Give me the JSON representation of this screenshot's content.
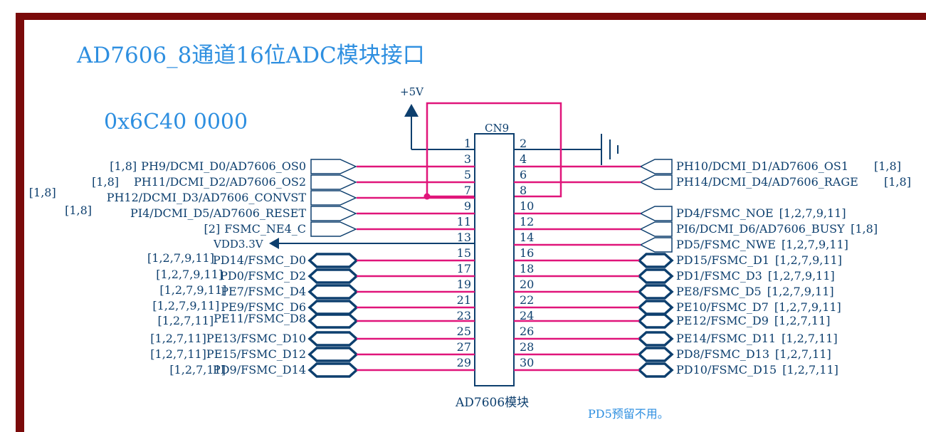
{
  "sheet": {
    "title": "AD7606_8通道16位ADC模块接口",
    "address": "0x6C40  0000",
    "power_label": "+5V",
    "vdd_label": "VDD3.3V",
    "connector_ref": "CN9",
    "module_label": "AD7606模块",
    "note": "PD5预留不用。",
    "colors": {
      "border": "#7a0a0a",
      "title": "#2e8fe0",
      "wire": "#e0157a",
      "port": "#0d3f6e",
      "text": "#0d3f6e"
    }
  },
  "connector": {
    "left_pins": [
      "1",
      "3",
      "5",
      "7",
      "9",
      "11",
      "13",
      "15",
      "17",
      "19",
      "21",
      "23",
      "25",
      "27",
      "29"
    ],
    "right_pins": [
      "2",
      "4",
      "6",
      "8",
      "10",
      "12",
      "14",
      "16",
      "18",
      "20",
      "22",
      "24",
      "26",
      "28",
      "30"
    ]
  },
  "left_nets": [
    {
      "id": "pin3",
      "name": "PH9/DCMI_D0/AD7606_OS0",
      "ref": "[1,8]"
    },
    {
      "id": "pin5",
      "name": "PH11/DCMI_D2/AD7606_OS2",
      "ref": "[1,8]"
    },
    {
      "id": "pin7",
      "name": "PH12/DCMI_D3/AD7606_CONVST",
      "ref": "[1,8]"
    },
    {
      "id": "pin9",
      "name": "PI4/DCMI_D5/AD7606_RESET",
      "ref": "[1,8]"
    },
    {
      "id": "pin11",
      "name": "FSMC_NE4_C",
      "ref": "[2]"
    },
    {
      "id": "pin15",
      "name": "PD14/FSMC_D0",
      "ref": "[1,2,7,9,11]"
    },
    {
      "id": "pin17",
      "name": "PD0/FSMC_D2",
      "ref": "[1,2,7,9,11]"
    },
    {
      "id": "pin19",
      "name": "PE7/FSMC_D4",
      "ref": "[1,2,7,9,11]"
    },
    {
      "id": "pin21",
      "name": "PE9/FSMC_D6",
      "ref": "[1,2,7,9,11]"
    },
    {
      "id": "pin23",
      "name": "PE11/FSMC_D8",
      "ref": "[1,2,7,11]"
    },
    {
      "id": "pin25",
      "name": "PE13/FSMC_D10",
      "ref": "[1,2,7,11]"
    },
    {
      "id": "pin27",
      "name": "PE15/FSMC_D12",
      "ref": "[1,2,7,11]"
    },
    {
      "id": "pin29",
      "name": "PD9/FSMC_D14",
      "ref": "[1,2,7,11]"
    }
  ],
  "right_nets": [
    {
      "id": "pin4",
      "name": "PH10/DCMI_D1/AD7606_OS1",
      "ref": "[1,8]"
    },
    {
      "id": "pin6",
      "name": "PH14/DCMI_D4/AD7606_RAGE",
      "ref": "[1,8]"
    },
    {
      "id": "pin10",
      "name": "PD4/FSMC_NOE",
      "ref": "[1,2,7,9,11]"
    },
    {
      "id": "pin12",
      "name": "PI6/DCMI_D6/AD7606_BUSY",
      "ref": "[1,8]"
    },
    {
      "id": "pin14",
      "name": "PD5/FSMC_NWE",
      "ref": "[1,2,7,9,11]"
    },
    {
      "id": "pin16",
      "name": "PD15/FSMC_D1",
      "ref": "[1,2,7,9,11]"
    },
    {
      "id": "pin18",
      "name": "PD1/FSMC_D3",
      "ref": "[1,2,7,9,11]"
    },
    {
      "id": "pin20",
      "name": "PE8/FSMC_D5",
      "ref": "[1,2,7,9,11]"
    },
    {
      "id": "pin22",
      "name": "PE10/FSMC_D7",
      "ref": "[1,2,7,9,11]"
    },
    {
      "id": "pin24",
      "name": "PE12/FSMC_D9",
      "ref": "[1,2,7,11]"
    },
    {
      "id": "pin26",
      "name": "PE14/FSMC_D11",
      "ref": "[1,2,7,11]"
    },
    {
      "id": "pin28",
      "name": "PD8/FSMC_D13",
      "ref": "[1,2,7,11]"
    },
    {
      "id": "pin30",
      "name": "PD10/FSMC_D15",
      "ref": "[1,2,7,11]"
    }
  ]
}
